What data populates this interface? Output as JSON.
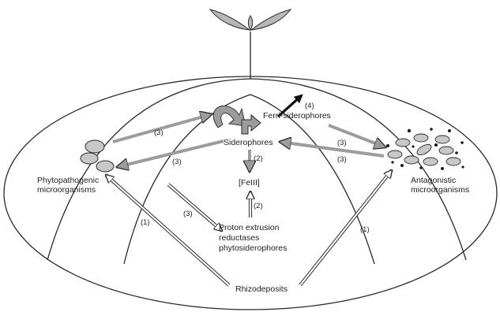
{
  "labels": {
    "ferri_siderophores": "Ferri-siderophores",
    "siderophores": "Siderophores",
    "feiii": "[FeIII]",
    "phytopathogenic_line1": "Phytopathogenic",
    "phytopathogenic_line2": "microorganisms",
    "antagonistic_line1": "Antagonistic",
    "antagonistic_line2": "microorganisms",
    "proton_line1": "Proton extrusion",
    "proton_line2": "reductases",
    "proton_line3": "phytosiderophores",
    "rhizodeposits": "Rhizodeposits"
  },
  "step_labels": {
    "s4": "(4)",
    "s3_upper_left": "(3)",
    "s3_mid_left": "(3)",
    "s3_lower_left": "(3)",
    "s3_upper_right": "(3)",
    "s3_lower_right": "(3)",
    "s2_upper": "(2)",
    "s2_lower": "(2)",
    "s1_left": "(1)",
    "s1_right": "(1)"
  },
  "colors": {
    "outline": "#2a2a2a",
    "arrow_gray": "#9c9c9c",
    "cell_gray": "#c8c8c8",
    "dark_arrow": "#111111"
  }
}
